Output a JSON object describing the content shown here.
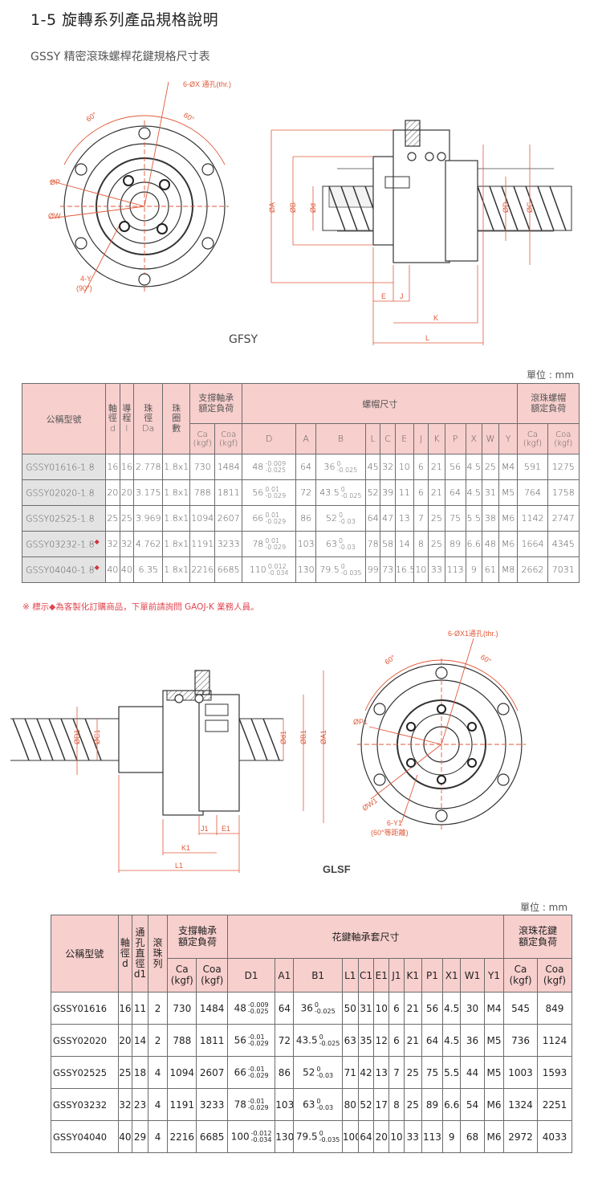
{
  "page": {
    "title": "1-5 旋轉系列產品規格說明",
    "subtitle": "GSSY 精密滾珠螺桿花鍵規格尺寸表"
  },
  "colors": {
    "accent": "#e05a3a",
    "header_bg": "#f7cfcd",
    "model_bg": "#e3e3e3",
    "note": "#e0464f"
  },
  "drawing1": {
    "caption": "GFSY",
    "labels": {
      "holes": "6-ØX 通孔(thr.)",
      "angle_a": "60°",
      "angle_b": "60°",
      "pcd_p": "ØP",
      "pcd_w": "ØW",
      "taps": "4-Y",
      "taps_angle": "(90°)",
      "dA": "ØA",
      "dB": "ØB",
      "dd": "Ød",
      "dD": "ØD",
      "dC": "ØC",
      "E": "E",
      "J": "J",
      "K": "K",
      "L": "L"
    }
  },
  "table1": {
    "unit": "單位 : mm",
    "headers": {
      "model": "公稱型號",
      "shaft": [
        "軸",
        "徑",
        "d"
      ],
      "lead": [
        "導",
        "程",
        "l"
      ],
      "ball": [
        "珠",
        "徑",
        "Da"
      ],
      "circuits": [
        "珠",
        "圈",
        "數"
      ],
      "support": [
        "支撐軸承",
        "額定負荷"
      ],
      "nut": "螺帽尺寸",
      "ballnut": [
        "滾珠螺帽",
        "額定負荷"
      ],
      "ca": [
        "Ca",
        "(kgf)"
      ],
      "coa": [
        "Coa",
        "(kgf)"
      ],
      "cols": [
        "D",
        "A",
        "B",
        "L",
        "C",
        "E",
        "J",
        "K",
        "P",
        "X",
        "W",
        "Y"
      ],
      "ca2": [
        "Ca",
        "(kgf)"
      ],
      "coa2": [
        "Coa",
        "(kgf)"
      ]
    },
    "rows": [
      {
        "model": "GSSY01616-1.8",
        "mark": "",
        "d": "16",
        "l": "16",
        "Da": "2.778",
        "n": "1.8x1",
        "Ca": "730",
        "Coa": "1484",
        "D": "48",
        "D_up": "-0.009",
        "D_lo": "-0.025",
        "A": "64",
        "B": "36",
        "B_up": "0",
        "B_lo": "-0.025",
        "L": "45",
        "C": "32",
        "E": "10",
        "J": "6",
        "K": "21",
        "P": "56",
        "X": "4.5",
        "W": "25",
        "Y": "M4",
        "Ca2": "591",
        "Coa2": "1275"
      },
      {
        "model": "GSSY02020-1.8",
        "mark": "",
        "d": "20",
        "l": "20",
        "Da": "3.175",
        "n": "1.8x1",
        "Ca": "788",
        "Coa": "1811",
        "D": "56",
        "D_up": "0.01",
        "D_lo": "-0.029",
        "A": "72",
        "B": "43.5",
        "B_up": "0",
        "B_lo": "-0.025",
        "L": "52",
        "C": "39",
        "E": "11",
        "J": "6",
        "K": "21",
        "P": "64",
        "X": "4.5",
        "W": "31",
        "Y": "M5",
        "Ca2": "764",
        "Coa2": "1758"
      },
      {
        "model": "GSSY02525-1.8",
        "mark": "",
        "d": "25",
        "l": "25",
        "Da": "3.969",
        "n": "1.8x1",
        "Ca": "1094",
        "Coa": "2607",
        "D": "66",
        "D_up": "0.01",
        "D_lo": "-0.029",
        "A": "86",
        "B": "52",
        "B_up": "0",
        "B_lo": "-0.03",
        "L": "64",
        "C": "47",
        "E": "13",
        "J": "7",
        "K": "25",
        "P": "75",
        "X": "5.5",
        "W": "38",
        "Y": "M6",
        "Ca2": "1142",
        "Coa2": "2747"
      },
      {
        "model": "GSSY03232-1.8",
        "mark": "◆",
        "d": "32",
        "l": "32",
        "Da": "4.762",
        "n": "1.8x1",
        "Ca": "1191",
        "Coa": "3233",
        "D": "78",
        "D_up": "0.01",
        "D_lo": "-0.029",
        "A": "103",
        "B": "63",
        "B_up": "0",
        "B_lo": "-0.03",
        "L": "78",
        "C": "58",
        "E": "14",
        "J": "8",
        "K": "25",
        "P": "89",
        "X": "6.6",
        "W": "48",
        "Y": "M6",
        "Ca2": "1664",
        "Coa2": "4345"
      },
      {
        "model": "GSSY04040-1.8",
        "mark": "◆",
        "d": "40",
        "l": "40",
        "Da": "6.35",
        "n": "1.8x1",
        "Ca": "2216",
        "Coa": "6685",
        "D": "110",
        "D_up": "0.012",
        "D_lo": "-0.034",
        "A": "130",
        "B": "79.5",
        "B_up": "0",
        "B_lo": "-0.035",
        "L": "99",
        "C": "73",
        "E": "16.5",
        "J": "10",
        "K": "33",
        "P": "113",
        "X": "9",
        "W": "61",
        "Y": "M8",
        "Ca2": "2662",
        "Coa2": "7031"
      }
    ],
    "note": "※ 標示◆為客製化訂購商品，下單前請詢問 GAOJ-K 業務人員。"
  },
  "drawing2": {
    "caption": "GLSF",
    "labels": {
      "holes": "6-ØX1通孔(thr.)",
      "angle_a": "60°",
      "angle_b": "60°",
      "pcd_p": "ØP1",
      "pcd_w": "ØW1",
      "taps": "6-Y1",
      "taps_angle": "(60°等距離)",
      "dD1": "ØD1",
      "dC1": "ØC1",
      "dd1": "Ød1",
      "dB1": "ØB1",
      "dA1": "ØA1",
      "J1": "J1",
      "E1": "E1",
      "K1": "K1",
      "L1": "L1"
    }
  },
  "table2": {
    "unit": "單位 : mm",
    "headers": {
      "model": "公稱型號",
      "shaft": [
        "軸",
        "徑",
        "d"
      ],
      "hole": [
        "通",
        "孔",
        "直",
        "徑",
        "d1"
      ],
      "rows_col": [
        "滾",
        "珠",
        "列"
      ],
      "support": [
        "支撐軸承",
        "額定負荷"
      ],
      "spline": "花鍵軸承套尺寸",
      "splineload": [
        "滾珠花鍵",
        "額定負荷"
      ],
      "ca": [
        "Ca",
        "(kgf)"
      ],
      "coa": [
        "Coa",
        "(kgf)"
      ],
      "cols": [
        "D1",
        "A1",
        "B1",
        "L1",
        "C1",
        "E1",
        "J1",
        "K1",
        "P1",
        "X1",
        "W1",
        "Y1"
      ],
      "ca2": [
        "Ca",
        "(kgf)"
      ],
      "coa2": [
        "Coa",
        "(kgf)"
      ]
    },
    "rows": [
      {
        "model": "GSSY01616",
        "d": "16",
        "d1": "11",
        "r": "2",
        "Ca": "730",
        "Coa": "1484",
        "D1": "48",
        "D1_up": "-0.009",
        "D1_lo": "-0.025",
        "A1": "64",
        "B1": "36",
        "B1_up": "0",
        "B1_lo": "-0.025",
        "L1": "50",
        "C1": "31",
        "E1": "10",
        "J1": "6",
        "K1": "21",
        "P1": "56",
        "X1": "4.5",
        "W1": "30",
        "Y1": "M4",
        "Ca2": "545",
        "Coa2": "849"
      },
      {
        "model": "GSSY02020",
        "d": "20",
        "d1": "14",
        "r": "2",
        "Ca": "788",
        "Coa": "1811",
        "D1": "56",
        "D1_up": "-0.01",
        "D1_lo": "-0.029",
        "A1": "72",
        "B1": "43.5",
        "B1_up": "0",
        "B1_lo": "-0.025",
        "L1": "63",
        "C1": "35",
        "E1": "12",
        "J1": "6",
        "K1": "21",
        "P1": "64",
        "X1": "4.5",
        "W1": "36",
        "Y1": "M5",
        "Ca2": "736",
        "Coa2": "1124"
      },
      {
        "model": "GSSY02525",
        "d": "25",
        "d1": "18",
        "r": "4",
        "Ca": "1094",
        "Coa": "2607",
        "D1": "66",
        "D1_up": "-0.01",
        "D1_lo": "-0.029",
        "A1": "86",
        "B1": "52",
        "B1_up": "0",
        "B1_lo": "-0.03",
        "L1": "71",
        "C1": "42",
        "E1": "13",
        "J1": "7",
        "K1": "25",
        "P1": "75",
        "X1": "5.5",
        "W1": "44",
        "Y1": "M5",
        "Ca2": "1003",
        "Coa2": "1593"
      },
      {
        "model": "GSSY03232",
        "d": "32",
        "d1": "23",
        "r": "4",
        "Ca": "1191",
        "Coa": "3233",
        "D1": "78",
        "D1_up": "-0.01",
        "D1_lo": "-0.029",
        "A1": "103",
        "B1": "63",
        "B1_up": "0",
        "B1_lo": "-0.03",
        "L1": "80",
        "C1": "52",
        "E1": "17",
        "J1": "8",
        "K1": "25",
        "P1": "89",
        "X1": "6.6",
        "W1": "54",
        "Y1": "M6",
        "Ca2": "1324",
        "Coa2": "2251"
      },
      {
        "model": "GSSY04040",
        "d": "40",
        "d1": "29",
        "r": "4",
        "Ca": "2216",
        "Coa": "6685",
        "D1": "100",
        "D1_up": "-0.012",
        "D1_lo": "-0.034",
        "A1": "130",
        "B1": "79.5",
        "B1_up": "0",
        "B1_lo": "-0.035",
        "L1": "100",
        "C1": "64",
        "E1": "20",
        "J1": "10",
        "K1": "33",
        "P1": "113",
        "X1": "9",
        "W1": "68",
        "Y1": "M6",
        "Ca2": "2972",
        "Coa2": "4033"
      }
    ]
  }
}
